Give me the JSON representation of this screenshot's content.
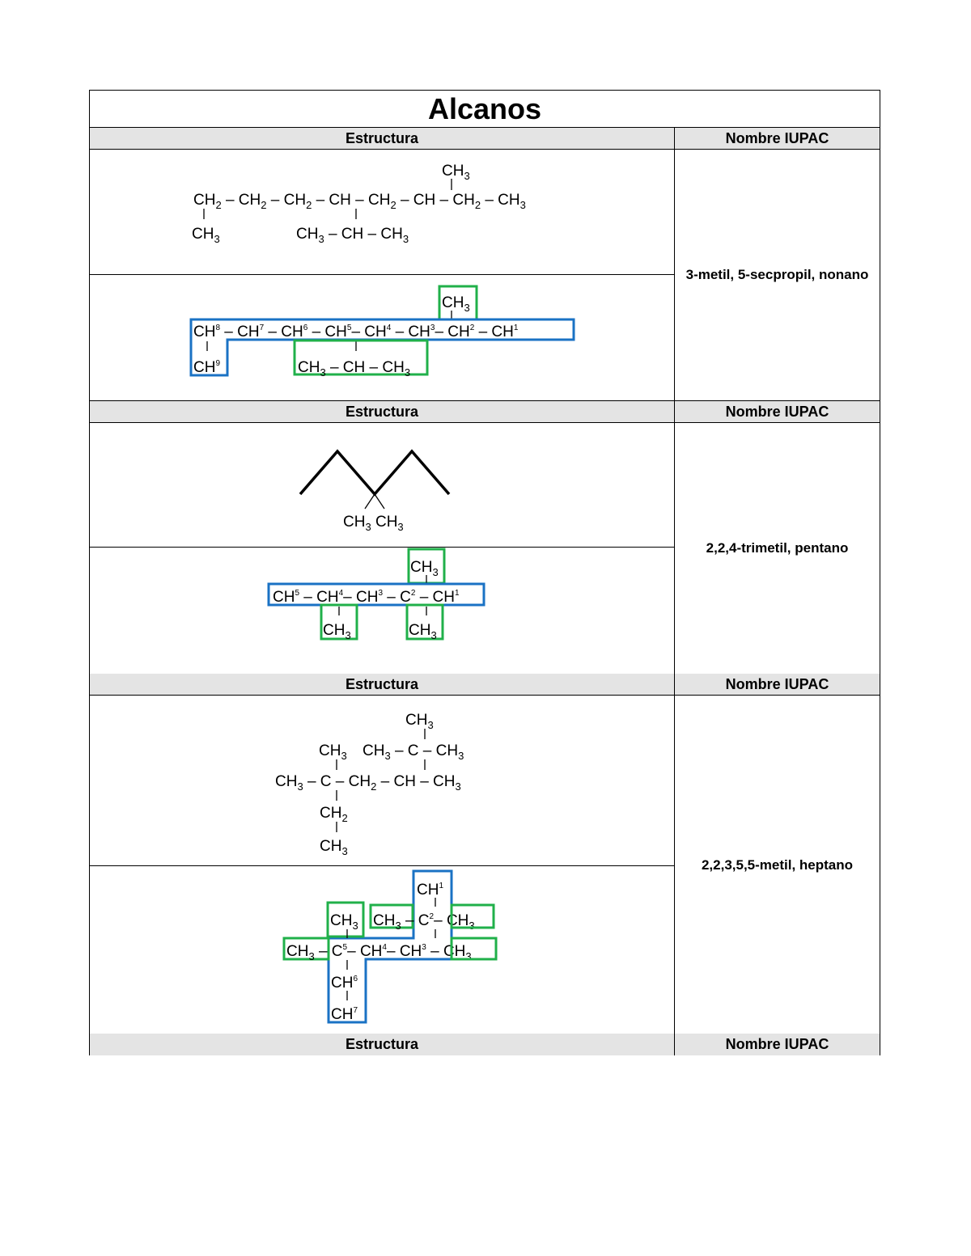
{
  "title": "Alcanos",
  "headers": {
    "structure": "Estructura",
    "iupac": "Nombre IUPAC"
  },
  "compounds": [
    {
      "name": "3-metil, 5-secpropil, nonano"
    },
    {
      "name": "2,2,4-trimetil, pentano"
    },
    {
      "name": "2,2,3,5,5-metil, heptano"
    }
  ],
  "colors": {
    "main_chain": "#1a72c4",
    "substituent": "#20b04a"
  }
}
